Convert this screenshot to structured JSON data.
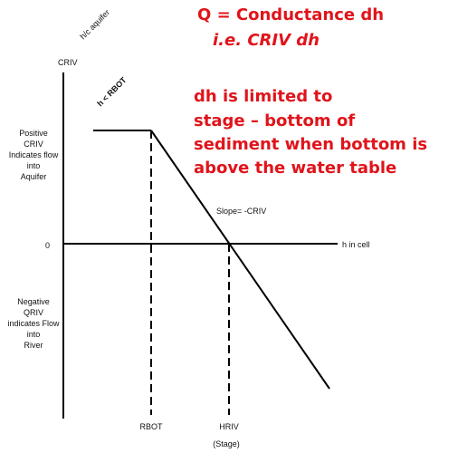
{
  "annotations": {
    "eq_line1": "Q = Conductance dh",
    "eq_line2": "i.e. CRIV dh",
    "note_lines": [
      "dh is limited to",
      "stage – bottom of",
      "sediment when bottom is",
      "above the water table"
    ]
  },
  "labels": {
    "y_axis_title": "CRIV",
    "disconnected": "h/c aquifer",
    "h_lt_rbot": "h < RBOT",
    "zero": "0",
    "slope": "Slope= -CRIV",
    "h_in_cell": "h in cell",
    "positive": [
      "Positive",
      "CRIV",
      "Indicates flow",
      "into",
      "Aquifer"
    ],
    "negative": [
      "Negative",
      "QRIV",
      "indicates Flow",
      "into",
      "River"
    ],
    "rbot": "RBOT",
    "hriv": "HRIV",
    "stage": "(Stage)"
  },
  "colors": {
    "red": "#e0141b",
    "line": "#000000"
  }
}
